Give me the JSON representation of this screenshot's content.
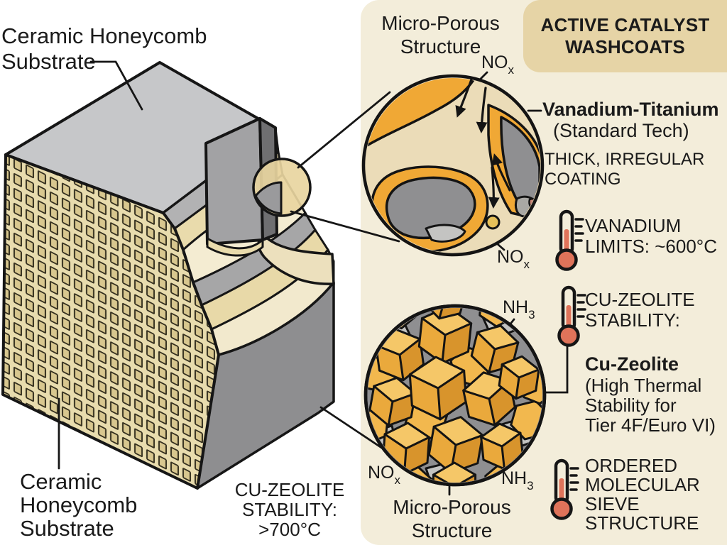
{
  "colors": {
    "panel_bg": "#f3edda",
    "header_bg": "#e6d4a6",
    "text": "#1a1a1a",
    "washcoat_orange": "#f0a835",
    "crystal_gold": "#eaa93c",
    "substrate_gray": "#8f8f91",
    "circle_pore_beige": "#ebdcb8",
    "honeycomb_beige": "#e8dcae",
    "thermometer_red": "#df735a"
  },
  "substrate": {
    "label_top": {
      "line1": "Ceramic Honeycomb",
      "line2": "Substrate"
    },
    "label_bottom": {
      "line1": "Ceramic",
      "line2": "Honeycomb",
      "line3": "Substrate"
    },
    "stability_note": {
      "line1": "CU-ZEOLITE",
      "line2": "STABILITY:",
      "line3": ">700°C"
    }
  },
  "panel": {
    "header": {
      "line1": "ACTIVE CATALYST",
      "line2": "WASHCOATS"
    },
    "micro_porous_top": {
      "line1": "Micro-Porous",
      "line2": "Structure"
    },
    "micro_porous_bottom": {
      "line1": "Micro-Porous",
      "line2": "Structure"
    },
    "vanadium": {
      "name": "Vanadium-Titanium",
      "tech": "(Standard Tech)",
      "coating": {
        "line1": "THICK, IRREGULAR",
        "line2": "COATING"
      },
      "limits": {
        "line1": "VANADIUM",
        "line2": "LIMITS: ~600°C"
      }
    },
    "cu_zeolite": {
      "stability": {
        "line1": "CU-ZEOLITE",
        "line2": "STABILITY:"
      },
      "name": "Cu-Zeolite",
      "desc": {
        "line1": "(High Thermal",
        "line2": "Stability for",
        "line3": "Tier 4F/Euro VI)"
      },
      "sieve": {
        "line1": "ORDERED",
        "line2": "MOLECULAR",
        "line3": "SIEVE",
        "line4": "STRUCTURE"
      }
    },
    "gases": {
      "nox": {
        "base": "NO",
        "sub": "x"
      },
      "nh3": {
        "base": "NH",
        "sub": "3"
      }
    }
  }
}
